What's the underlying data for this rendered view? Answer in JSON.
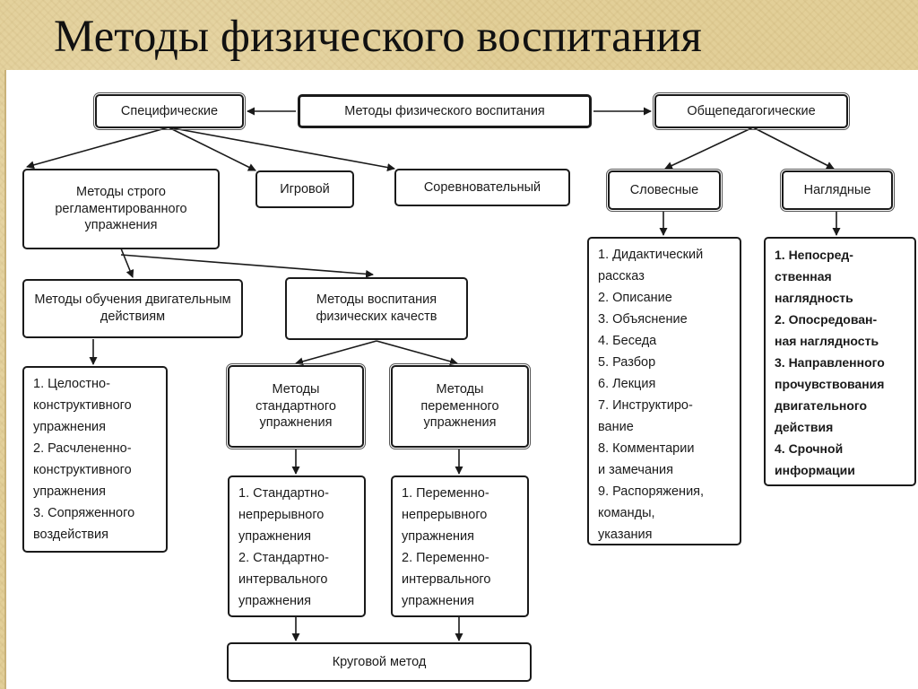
{
  "title": "Методы физического воспитания",
  "nodes": {
    "root": "Методы физического воспитания",
    "specific": "Специфические",
    "general": "Общепедагогические",
    "strict": "Методы строго регламентированного упражнения",
    "game": "Игровой",
    "competitive": "Соревновательный",
    "verbal": "Словесные",
    "visual": "Наглядные",
    "motor_learning": "Методы обучения двигательным действиям",
    "qualities": "Методы воспитания физических качеств",
    "standard": "Методы стандартного упражнения",
    "variable": "Методы переменного упражнения",
    "circuit": "Круговой метод"
  },
  "lists": {
    "motor_learning": [
      "1. Целостно-",
      "конструктивного",
      "упражнения",
      "2. Расчлененно-",
      "конструктивного",
      "упражнения",
      "3. Сопряженного",
      "воздействия"
    ],
    "standard": [
      "1. Стандартно-",
      "непрерывного",
      "упражнения",
      "2. Стандартно-",
      "интервального",
      "упражнения"
    ],
    "variable": [
      "1. Переменно-",
      "непрерывного",
      "упражнения",
      "2. Переменно-",
      "интервального",
      "упражнения"
    ],
    "verbal": [
      "1. Дидактический",
      "рассказ",
      "2. Описание",
      "3. Объяснение",
      "4. Беседа",
      "5. Разбор",
      "6. Лекция",
      "7. Инструктиро-",
      "вание",
      "8. Комментарии",
      "и замечания",
      "9. Распоряжения,",
      "команды,",
      "указания"
    ],
    "visual": [
      "1. Непосред-",
      "ственная",
      "наглядность",
      "2. Опосредован-",
      "ная наглядность",
      "3. Направленного",
      "прочувствования",
      "двигательного",
      "действия",
      "4. Срочной",
      "информации"
    ]
  }
}
